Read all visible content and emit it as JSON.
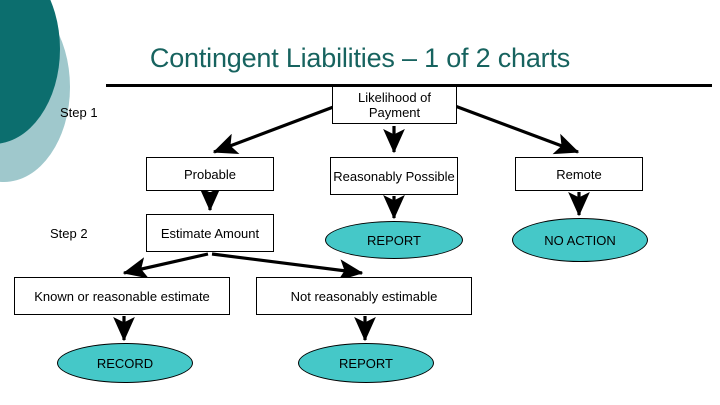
{
  "slide": {
    "title": "Contingent Liabilities – 1 of 2 charts",
    "title_color": "#17635f",
    "background_color": "#ffffff",
    "accent_color": "#45c8c8",
    "deco_dark_color": "#0c6e6e",
    "deco_light_color": "#9fc8cc"
  },
  "steps": [
    {
      "label": "Step 1"
    },
    {
      "label": "Step 2"
    }
  ],
  "nodes": {
    "likelihood": {
      "label": "Likelihood of Payment",
      "shape": "box"
    },
    "probable": {
      "label": "Probable",
      "shape": "box"
    },
    "reasonably_possible": {
      "label": "Reasonably Possible",
      "shape": "box"
    },
    "remote": {
      "label": "Remote",
      "shape": "box"
    },
    "estimate_amount": {
      "label": "Estimate Amount",
      "shape": "box"
    },
    "known_estimate": {
      "label": "Known or reasonable estimate",
      "shape": "box"
    },
    "not_reasonably_estimable": {
      "label": "Not reasonably estimable",
      "shape": "box"
    },
    "report_middle": {
      "label": "REPORT",
      "shape": "oval"
    },
    "no_action": {
      "label": "NO ACTION",
      "shape": "oval"
    },
    "record": {
      "label": "RECORD",
      "shape": "oval"
    },
    "report_bottom": {
      "label": "REPORT",
      "shape": "oval"
    }
  },
  "connectors": [
    {
      "from": "likelihood",
      "to": "probable"
    },
    {
      "from": "likelihood",
      "to": "reasonably_possible"
    },
    {
      "from": "likelihood",
      "to": "remote"
    },
    {
      "from": "probable",
      "to": "estimate_amount"
    },
    {
      "from": "reasonably_possible",
      "to": "report_middle"
    },
    {
      "from": "remote",
      "to": "no_action"
    },
    {
      "from": "estimate_amount",
      "to": "known_estimate"
    },
    {
      "from": "estimate_amount",
      "to": "not_reasonably_estimable"
    },
    {
      "from": "known_estimate",
      "to": "record"
    },
    {
      "from": "not_reasonably_estimable",
      "to": "report_bottom"
    }
  ]
}
